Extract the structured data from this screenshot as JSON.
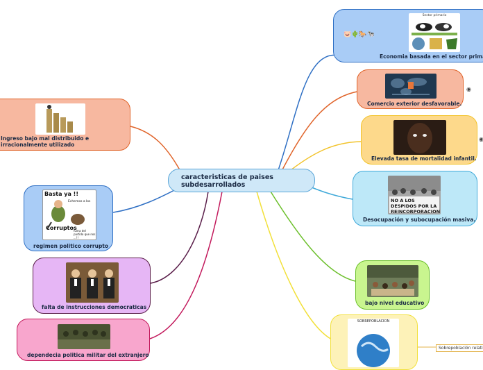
{
  "central": {
    "line1": "caracteristicas de paises",
    "line2": "subdesarrollados"
  },
  "nodes": {
    "economia": {
      "label": "Economia basada en el sector primario",
      "image_caption": "Sector primario",
      "icons": "🐷🌵🐎🐄"
    },
    "comercio": {
      "label": "Comercio exterior desfavorable."
    },
    "mortalidad": {
      "label": "Elevada tasa de mortalidad infantil."
    },
    "desocupacion": {
      "label": "Desocupación y subocupación masiva.",
      "image_text": "NO A LOS DESPIDOS POR LA REINCORPORACION"
    },
    "educativo": {
      "label": "bajo nivel educativo"
    },
    "sobrepoblacion": {
      "image_caption": "SOBREPOBLACION",
      "relative_label": "Sobrepoblación relativa"
    },
    "ingreso": {
      "line1": "Ingreso bajo mal distribuido e",
      "line2": "irracionalmente utilizado"
    },
    "regimen": {
      "label": "regimen politico corrupto",
      "image_text1": "Basta ya !!",
      "image_text2": "Echemos a los",
      "image_text3": "Corruptos",
      "image_text4": "fuera del partido que nos ...!!"
    },
    "falta": {
      "label": "falta de instrucciones democraticas"
    },
    "dependecia": {
      "label": "dependecia politica militar del extranjero"
    }
  },
  "colors": {
    "central_fill": "#cfe8f8",
    "economia_fill": "#a9ccf6",
    "comercio_fill": "#f7b8a0",
    "mortalidad_fill": "#fdd98b",
    "desocupacion_fill": "#bde8f8",
    "educativo_fill": "#c9f58f",
    "sobrepoblacion_fill": "#fdf2b8",
    "ingreso_fill": "#f7b8a0",
    "regimen_fill": "#a9ccf6",
    "falta_fill": "#e6b6f5",
    "dependecia_fill": "#f8a6cd"
  }
}
